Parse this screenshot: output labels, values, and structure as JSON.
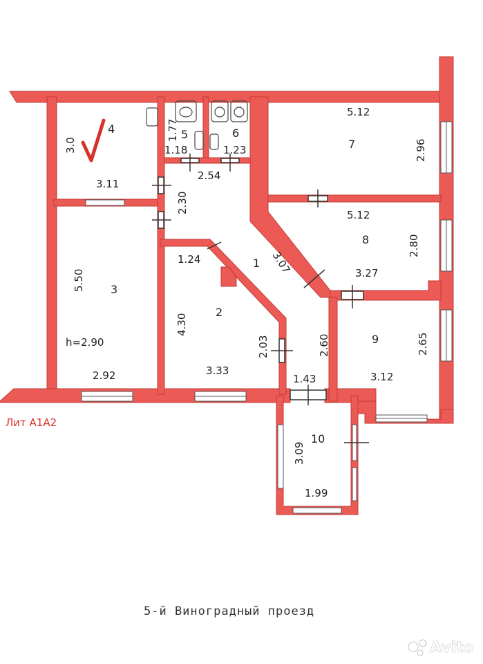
{
  "plan": {
    "lit_label": "Лит А1А2",
    "street_label": "5-й Виноградный проезд",
    "watermark": "Avito",
    "colors": {
      "wall": "#ec5a55",
      "wall_stroke": "#c23a36",
      "annotation": "#d8302b"
    },
    "rooms": [
      {
        "number": "1",
        "dims": [
          "2.30",
          "2.54",
          "3.07",
          "2.60",
          "1.43"
        ]
      },
      {
        "number": "2",
        "dims": [
          "1.24",
          "4.30",
          "2.03",
          "3.33"
        ]
      },
      {
        "number": "3",
        "dims": [
          "5.50",
          "h=2.90",
          "2.92"
        ]
      },
      {
        "number": "4",
        "dims": [
          "3.0",
          "3.11"
        ]
      },
      {
        "number": "5",
        "dims": [
          "1.77",
          "1.18"
        ]
      },
      {
        "number": "6",
        "dims": [
          "1.23"
        ]
      },
      {
        "number": "7",
        "dims": [
          "5.12",
          "2.96"
        ]
      },
      {
        "number": "8",
        "dims": [
          "5.12",
          "2.80",
          "3.27"
        ]
      },
      {
        "number": "9",
        "dims": [
          "2.65",
          "3.12"
        ]
      },
      {
        "number": "10",
        "dims": [
          "3.09",
          "1.99"
        ]
      }
    ]
  }
}
